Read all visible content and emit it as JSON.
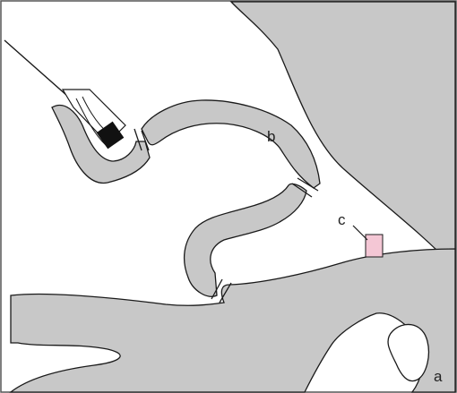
{
  "labels": {
    "a": "a",
    "b": "b",
    "c": "c"
  },
  "colors": {
    "tissue": "#c8c8c8",
    "outline": "#1a1a1a",
    "background": "#ffffff",
    "marker": "#f4c7d5",
    "clip": "#111111"
  }
}
